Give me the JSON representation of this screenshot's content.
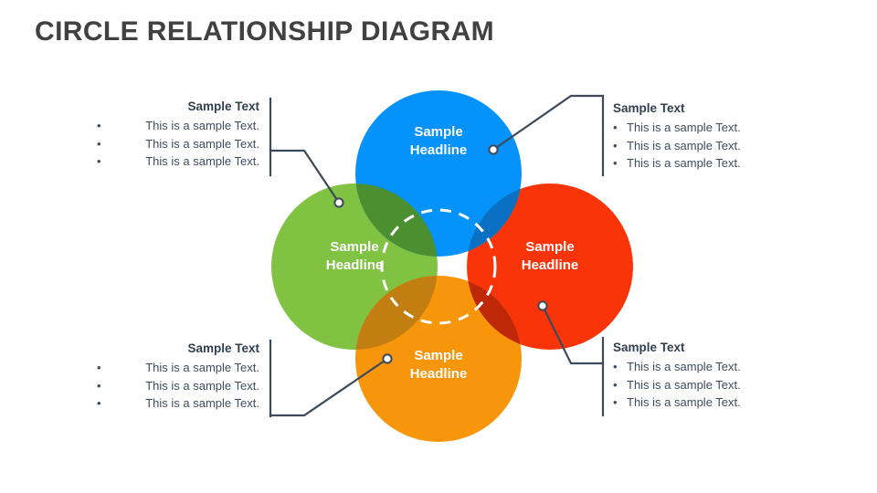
{
  "slide": {
    "title": "CIRCLE RELATIONSHIP DIAGRAM",
    "background_color": "#FFFFFF",
    "title_color": "#414141"
  },
  "palette": {
    "blue": "#0593FB",
    "green": "#80C242",
    "red": "#FA3409",
    "orange": "#F7960B",
    "center_overlap": "#42506A",
    "connector": "#3D4A5C",
    "dot_fill": "#FFFFFF",
    "dashed_ring": "#FFFFFF"
  },
  "diagram": {
    "name": "four-circle-venn",
    "dashed_ring_label": "center-dashed-ring",
    "circles": [
      {
        "id": "blue",
        "position": "top",
        "color": "#0593FB",
        "headline_line1": "Sample",
        "headline_line2": "Headline"
      },
      {
        "id": "green",
        "position": "left",
        "color": "#80C242",
        "headline_line1": "Sample",
        "headline_line2": "Headline"
      },
      {
        "id": "red",
        "position": "right",
        "color": "#FA3409",
        "headline_line1": "Sample",
        "headline_line2": "Headline"
      },
      {
        "id": "orange",
        "position": "bottom",
        "color": "#F7960B",
        "headline_line1": "Sample",
        "headline_line2": "Headline"
      }
    ]
  },
  "callouts": {
    "top_left": {
      "heading": "Sample Text",
      "bullets": [
        "This is a sample Text.",
        "This is a sample Text.",
        "This is a sample Text."
      ],
      "bullet_glyph": "•"
    },
    "top_right": {
      "heading": "Sample Text",
      "bullets": [
        "This is a sample Text.",
        "This is a sample Text.",
        "This is a sample Text."
      ],
      "bullet_glyph": "•"
    },
    "bottom_left": {
      "heading": "Sample Text",
      "bullets": [
        "This is a sample Text.",
        "This is a sample Text.",
        "This is a sample Text."
      ],
      "bullet_glyph": "•"
    },
    "bottom_right": {
      "heading": "Sample Text",
      "bullets": [
        "This is a sample Text.",
        "This is a sample Text.",
        "This is a sample Text."
      ],
      "bullet_glyph": "•"
    }
  }
}
